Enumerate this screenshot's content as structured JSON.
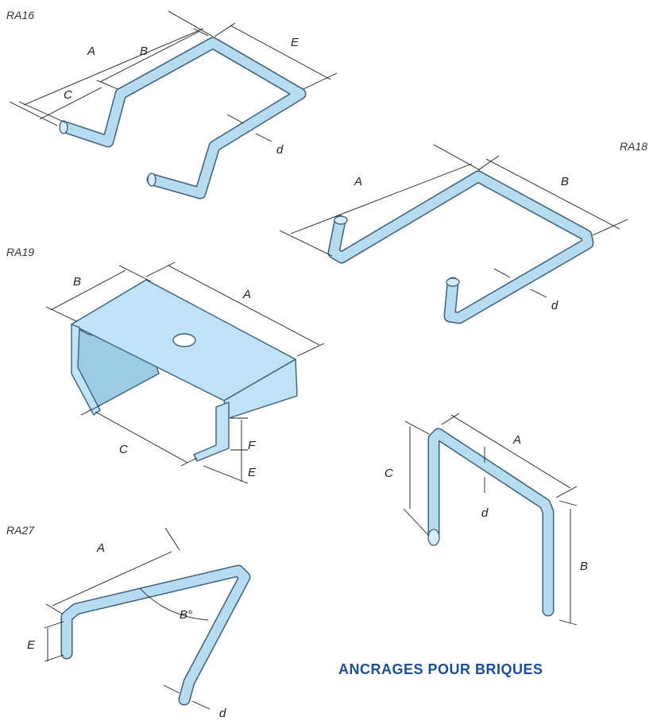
{
  "title": "ANCRAGES POUR BRIQUES",
  "colors": {
    "rod_fill": "#b7dbf0",
    "rod_outline": "#3d5f7a",
    "title": "#1a4f96"
  },
  "anchors": {
    "ra16": {
      "code": "RA16",
      "labels": [
        "A",
        "B",
        "C",
        "E",
        "d"
      ]
    },
    "ra18": {
      "code": "RA18",
      "labels": [
        "A",
        "B",
        "d"
      ]
    },
    "ra19": {
      "code": "RA19",
      "labels": [
        "A",
        "B",
        "C",
        "E",
        "F"
      ]
    },
    "ra27": {
      "code": "RA27",
      "labels": [
        "A",
        "B°",
        "E",
        "d"
      ]
    },
    "u": {
      "labels": [
        "A",
        "B",
        "C",
        "d"
      ]
    }
  }
}
